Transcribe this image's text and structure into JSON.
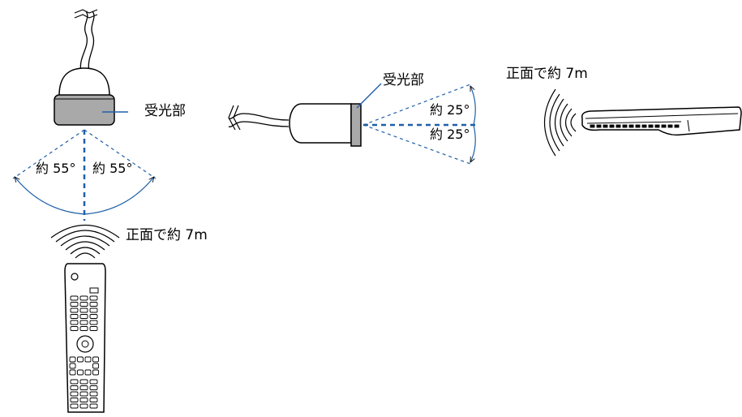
{
  "top_view": {
    "receiver_label": "受光部",
    "angle_left": "約 55°",
    "angle_right": "約 55°",
    "distance": "正面で約 7m"
  },
  "side_view": {
    "receiver_label": "受光部",
    "angle_upper": "約 25°",
    "angle_lower": "約 25°",
    "distance": "正面で約 7m"
  },
  "colors": {
    "beam": "#1f5fa8",
    "receiver_window": "#a9a9a9",
    "line": "#000000"
  }
}
